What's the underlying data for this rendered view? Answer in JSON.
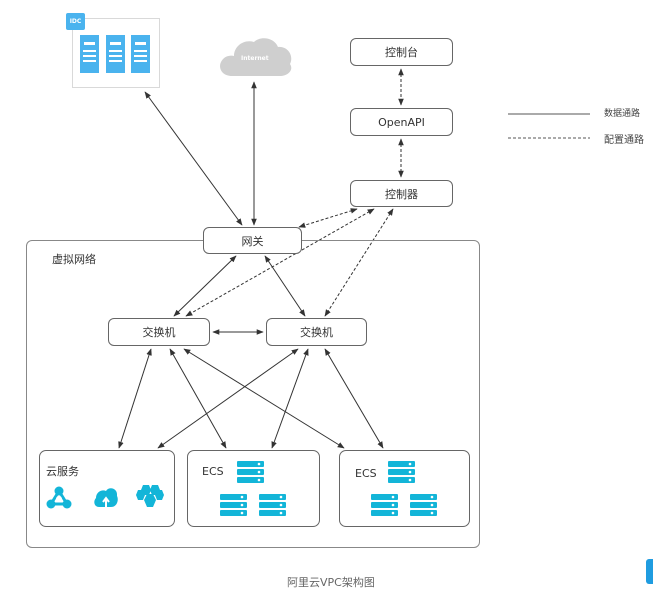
{
  "title": "阿里云VPC架构图",
  "caption": "阿里云VPC架构图",
  "colors": {
    "line": "#333333",
    "node_border": "#666666",
    "dc_blue": "#4ab3ee",
    "service_cyan": "#13b5d8",
    "cloud_gray": "#cfcfcf"
  },
  "external": {
    "idc": {
      "badge": "IDC",
      "icon": "data-center-icon",
      "servers": 3
    },
    "internet": {
      "label": "Internet",
      "icon": "cloud-icon"
    }
  },
  "control_plane": {
    "console": "控制台",
    "openapi": "OpenAPI",
    "controller": "控制器"
  },
  "legend": {
    "data_path": "数据通路",
    "config_path": "配置通路"
  },
  "virtual_network": {
    "label": "虚拟网络",
    "gateway": "网关",
    "switches": [
      "交换机",
      "交换机"
    ],
    "groups": [
      {
        "label": "云服务",
        "icons": [
          "network-nodes-icon",
          "cloud-upload-icon",
          "hexagon-cluster-icon"
        ]
      },
      {
        "label": "ECS",
        "icons": [
          "server-stack-icon",
          "server-stack-icon",
          "server-stack-icon"
        ]
      },
      {
        "label": "ECS",
        "icons": [
          "server-stack-icon",
          "server-stack-icon",
          "server-stack-icon"
        ]
      }
    ]
  },
  "connections": {
    "solid": [
      [
        "idc",
        "gateway"
      ],
      [
        "internet",
        "gateway"
      ],
      [
        "gateway",
        "switch1"
      ],
      [
        "gateway",
        "switch2"
      ],
      [
        "switch1",
        "switch2"
      ],
      [
        "switch1",
        "cloud-services"
      ],
      [
        "switch1",
        "ecs1"
      ],
      [
        "switch1",
        "ecs2"
      ],
      [
        "switch2",
        "cloud-services"
      ],
      [
        "switch2",
        "ecs1"
      ],
      [
        "switch2",
        "ecs2"
      ]
    ],
    "dashed": [
      [
        "console",
        "openapi"
      ],
      [
        "openapi",
        "controller"
      ],
      [
        "controller",
        "gateway"
      ],
      [
        "controller",
        "switch1"
      ],
      [
        "controller",
        "switch2"
      ]
    ]
  }
}
